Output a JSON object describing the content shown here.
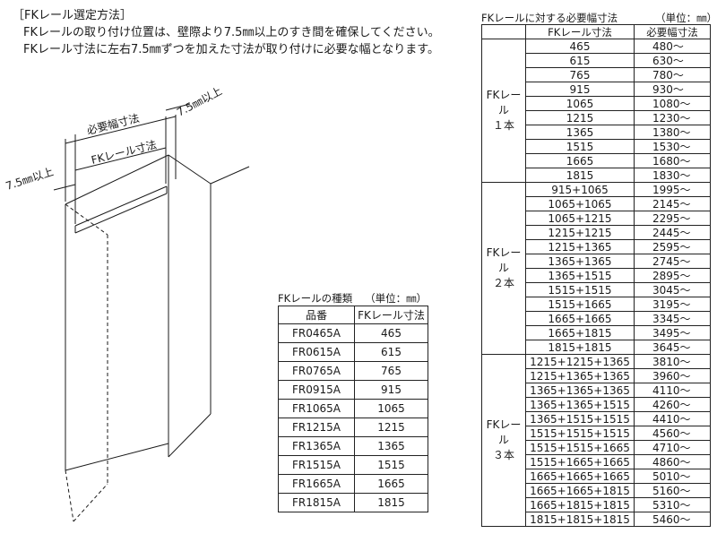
{
  "header": {
    "title": "［FKレール選定方法］",
    "line1": "FKレールの取り付け位置は、壁際より7.5㎜以上のすき間を確保してください。",
    "line2": "FKレール寸法に左右7.5㎜ずつを加えた寸法が取り付けに必要な幅となります。"
  },
  "diagram": {
    "label_required_width": "必要幅寸法",
    "label_rail_size": "FKレール寸法",
    "label_gap_left": "7.5㎜以上",
    "label_gap_right": "7.5㎜以上"
  },
  "types": {
    "caption": "FKレールの種類",
    "unit": "（単位：㎜）",
    "headers": [
      "品番",
      "FKレール寸法"
    ],
    "rows": [
      [
        "FR0465A",
        "465"
      ],
      [
        "FR0615A",
        "615"
      ],
      [
        "FR0765A",
        "765"
      ],
      [
        "FR0915A",
        "915"
      ],
      [
        "FR1065A",
        "1065"
      ],
      [
        "FR1215A",
        "1215"
      ],
      [
        "FR1365A",
        "1365"
      ],
      [
        "FR1515A",
        "1515"
      ],
      [
        "FR1665A",
        "1665"
      ],
      [
        "FR1815A",
        "1815"
      ]
    ]
  },
  "required": {
    "caption": "FKレールに対する必要幅寸法",
    "unit": "（単位：㎜）",
    "headers": [
      "",
      "FKレール寸法",
      "必要幅寸法"
    ],
    "groups": [
      {
        "label_line1": "FKレール",
        "label_line2": "１本",
        "rows": [
          [
            "465",
            "480～"
          ],
          [
            "615",
            "630～"
          ],
          [
            "765",
            "780～"
          ],
          [
            "915",
            "930～"
          ],
          [
            "1065",
            "1080～"
          ],
          [
            "1215",
            "1230～"
          ],
          [
            "1365",
            "1380～"
          ],
          [
            "1515",
            "1530～"
          ],
          [
            "1665",
            "1680～"
          ],
          [
            "1815",
            "1830～"
          ]
        ]
      },
      {
        "label_line1": "FKレール",
        "label_line2": "２本",
        "rows": [
          [
            "915+1065",
            "1995～"
          ],
          [
            "1065+1065",
            "2145～"
          ],
          [
            "1065+1215",
            "2295～"
          ],
          [
            "1215+1215",
            "2445～"
          ],
          [
            "1215+1365",
            "2595～"
          ],
          [
            "1365+1365",
            "2745～"
          ],
          [
            "1365+1515",
            "2895～"
          ],
          [
            "1515+1515",
            "3045～"
          ],
          [
            "1515+1665",
            "3195～"
          ],
          [
            "1665+1665",
            "3345～"
          ],
          [
            "1665+1815",
            "3495～"
          ],
          [
            "1815+1815",
            "3645～"
          ]
        ]
      },
      {
        "label_line1": "FKレール",
        "label_line2": "３本",
        "rows": [
          [
            "1215+1215+1365",
            "3810～"
          ],
          [
            "1215+1365+1365",
            "3960～"
          ],
          [
            "1365+1365+1365",
            "4110～"
          ],
          [
            "1365+1365+1515",
            "4260～"
          ],
          [
            "1365+1515+1515",
            "4410～"
          ],
          [
            "1515+1515+1515",
            "4560～"
          ],
          [
            "1515+1515+1665",
            "4710～"
          ],
          [
            "1515+1665+1665",
            "4860～"
          ],
          [
            "1665+1665+1665",
            "5010～"
          ],
          [
            "1665+1665+1815",
            "5160～"
          ],
          [
            "1665+1815+1815",
            "5310～"
          ],
          [
            "1815+1815+1815",
            "5460～"
          ]
        ]
      }
    ]
  }
}
